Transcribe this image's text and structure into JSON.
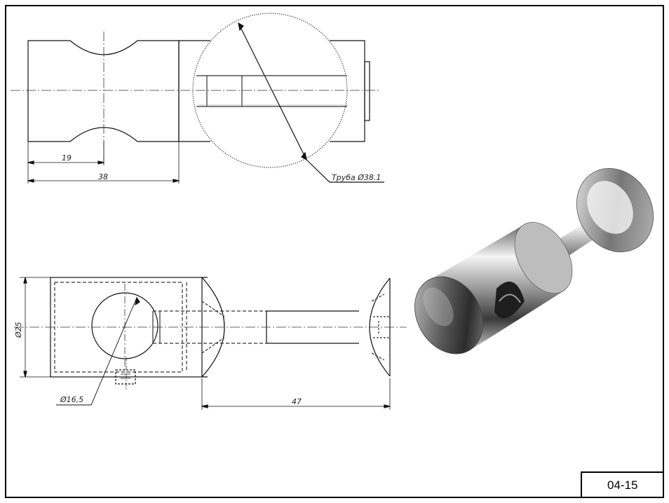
{
  "drawing": {
    "dimensions": {
      "d19": "19",
      "d38": "38",
      "d47": "47",
      "dia25": "Ø25",
      "dia16_5": "Ø16,5",
      "tube": "Труба Ø38.1"
    },
    "drawing_number": "04-15"
  },
  "colors": {
    "line": "#111111",
    "hidden": "#333333",
    "metal_light": "#e8e8e8",
    "metal_dark": "#2a2a2a"
  }
}
